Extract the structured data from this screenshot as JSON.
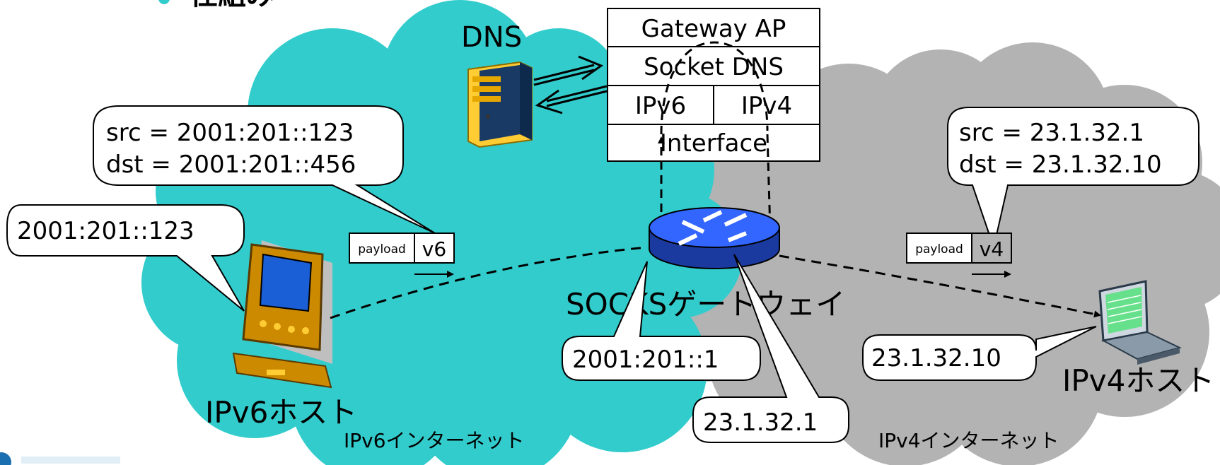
{
  "header": {
    "title_fragment": "仕組み"
  },
  "dns": {
    "label": "DNS"
  },
  "gateway_stack": {
    "layers": [
      "Gateway AP",
      "Socket DNS",
      "Interface"
    ],
    "split_layer": [
      "IPv6",
      "IPv4"
    ]
  },
  "ipv6_side": {
    "packet_header_bubble": [
      "src = 2001:201::123",
      "dst = 2001:201::456"
    ],
    "host_address": "2001:201::123",
    "packet": {
      "payload": "payload",
      "version": "v6"
    },
    "host_label": "IPv6ホスト",
    "network_label": "IPv6インターネット"
  },
  "gateway": {
    "label": "SOCKSゲートウェイ",
    "ipv6_address": "2001:201::1",
    "ipv4_address": "23.1.32.1"
  },
  "ipv4_side": {
    "packet_header_bubble": [
      "src = 23.1.32.1",
      "dst = 23.1.32.10"
    ],
    "host_address": "23.1.32.10",
    "packet": {
      "payload": "payload",
      "version": "v4"
    },
    "host_label": "IPv4ホスト",
    "network_label": "IPv4インターネット"
  },
  "colors": {
    "ipv6_cloud": "#33cccc",
    "ipv4_cloud": "#b3b3b3",
    "router": "#3366ff"
  }
}
